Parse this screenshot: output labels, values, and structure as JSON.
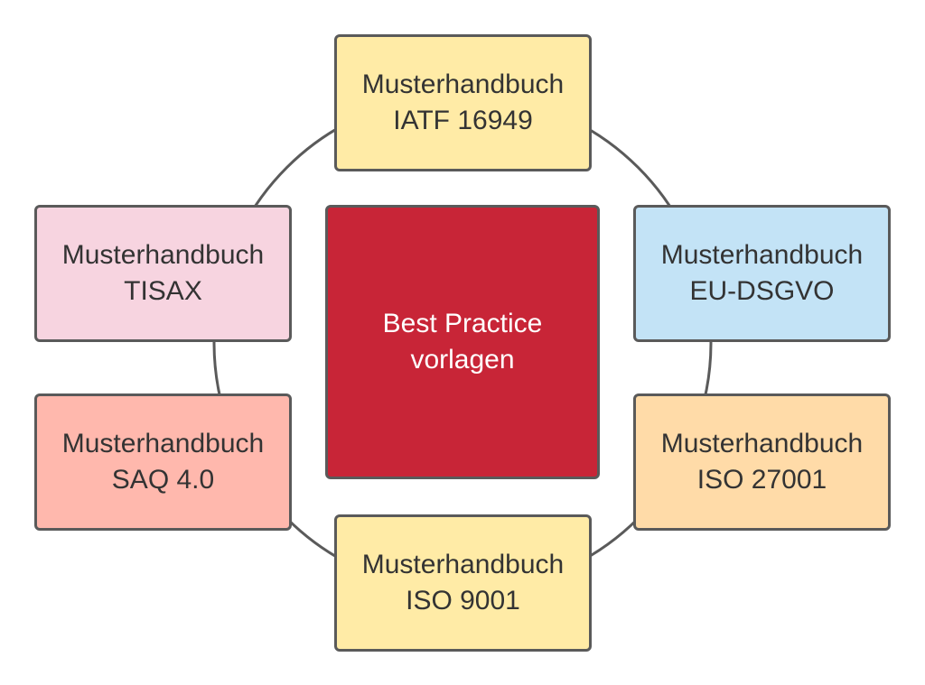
{
  "center": {
    "line1": "Best Practice",
    "line2": "vorlagen",
    "color": "#c82537"
  },
  "nodes": [
    {
      "line1": "Musterhandbuch",
      "line2": "IATF 16949",
      "color": "#ffeba6"
    },
    {
      "line1": "Musterhandbuch",
      "line2": "EU-DSGVO",
      "color": "#c3e3f6"
    },
    {
      "line1": "Musterhandbuch",
      "line2": "ISO 27001",
      "color": "#ffdba8"
    },
    {
      "line1": "Musterhandbuch",
      "line2": "ISO 9001",
      "color": "#ffeba6"
    },
    {
      "line1": "Musterhandbuch",
      "line2": "SAQ 4.0",
      "color": "#ffb8ad"
    },
    {
      "line1": "Musterhandbuch",
      "line2": "TISAX",
      "color": "#f7d4e0"
    }
  ]
}
